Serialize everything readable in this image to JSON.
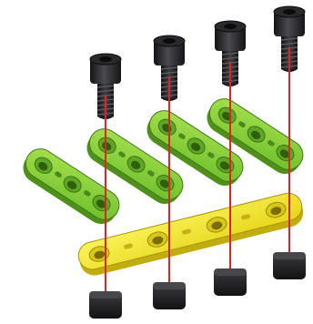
{
  "diagram": {
    "description_colors": {
      "background": "#ffffff",
      "screw_dark": "#1d1d1f",
      "screw_mid": "#3a3a3c",
      "screw_highlight": "#6e6e73",
      "nut_dark": "#1a1a1a",
      "nut_top": "#3b3b3d",
      "green_plate_top": "#8cd43a",
      "green_plate_edge": "#4f8f1c",
      "green_plate_hole": "#5fa627",
      "yellow_plate_top": "#f5ea2a",
      "yellow_plate_edge": "#c0ad10",
      "yellow_plate_hole": "#d8c81a",
      "guide_line": "#e02424"
    },
    "components": {
      "screws": 4,
      "green_links": 4,
      "yellow_bar": 1,
      "nuts": 4,
      "guide_lines": 4
    }
  }
}
